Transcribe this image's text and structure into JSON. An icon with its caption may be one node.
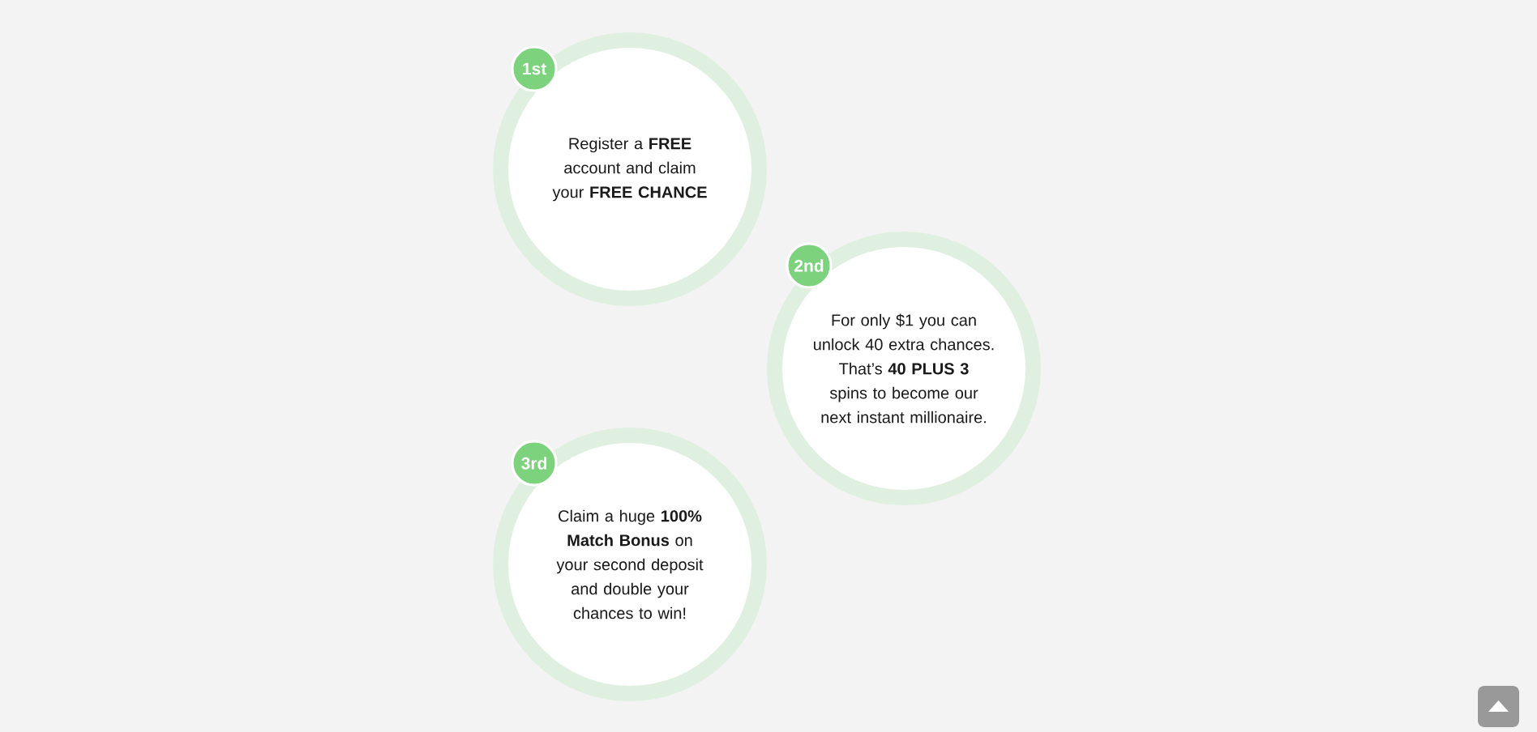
{
  "diagram": {
    "nodes": [
      {
        "text": [
          "1st",
          "Register a **FREE** account and claim your **FREE CHANCE**"
        ]
      },
      {
        "text": [
          "2nd",
          "For only $1 you can unlock 40 extra chances. That’s **40 PLUS 3** spins to become our next instant millionaire."
        ]
      },
      {
        "text": [
          "3rd",
          "Claim a huge **100% Match Bonus** on your second deposit and double your chances to win!"
        ]
      }
    ]
  }
}
